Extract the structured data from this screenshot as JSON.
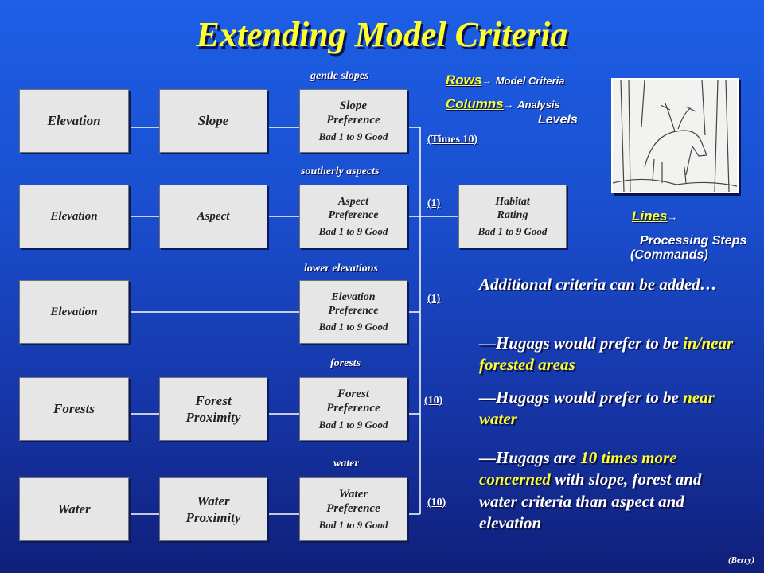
{
  "title": "Extending Model Criteria",
  "rows": [
    {
      "source": "Elevation",
      "derived": "Slope",
      "pref_label": "gentle slopes",
      "pref_l1": "Slope",
      "pref_l2": "Preference",
      "scale": "Bad 1 to 9 Good",
      "weight": "(Times 10)"
    },
    {
      "source": "Elevation",
      "derived": "Aspect",
      "pref_label": "southerly aspects",
      "pref_l1": "Aspect",
      "pref_l2": "Preference",
      "scale": "Bad 1 to 9 Good",
      "weight": "(1)"
    },
    {
      "source": "Elevation",
      "derived": "",
      "pref_label": "lower elevations",
      "pref_l1": "Elevation",
      "pref_l2": "Preference",
      "scale": "Bad 1 to 9 Good",
      "weight": "(1)"
    },
    {
      "source": "Forests",
      "derived_l1": "Forest",
      "derived_l2": "Proximity",
      "pref_label": "forests",
      "pref_l1": "Forest",
      "pref_l2": "Preference",
      "scale": "Bad 1 to 9 Good",
      "weight": "(10)"
    },
    {
      "source": "Water",
      "derived_l1": "Water",
      "derived_l2": "Proximity",
      "pref_label": "water",
      "pref_l1": "Water",
      "pref_l2": "Preference",
      "scale": "Bad 1 to 9 Good",
      "weight": "(10)"
    }
  ],
  "habitat": {
    "l1": "Habitat",
    "l2": "Rating",
    "scale": "Bad 1 to 9 Good"
  },
  "legend": {
    "rows_key": "Rows",
    "rows_text": "Model Criteria",
    "cols_key": "Columns",
    "cols_text": "Analysis",
    "cols_text2": "Levels",
    "lines_key": "Lines",
    "lines_text": "Processing Steps",
    "lines_text2": "(Commands)",
    "arrow": "→"
  },
  "bullets": {
    "intro": "Additional criteria can be added…",
    "b1_pre": "—Hugags would prefer to be ",
    "b1_hl": "in/near forested areas",
    "b2_pre": "—Hugags would prefer to be ",
    "b2_hl": "near water",
    "b3_pre": "—Hugags are ",
    "b3_hl1": "10 times more concerned",
    "b3_post": " with slope, forest and water criteria than aspect and elevation"
  },
  "credit": "(Berry)",
  "colors": {
    "accent": "#ffff2e",
    "box": "#e6e6e6",
    "background": "#1a4fd0"
  },
  "image_icon": "moose-sketch-icon"
}
